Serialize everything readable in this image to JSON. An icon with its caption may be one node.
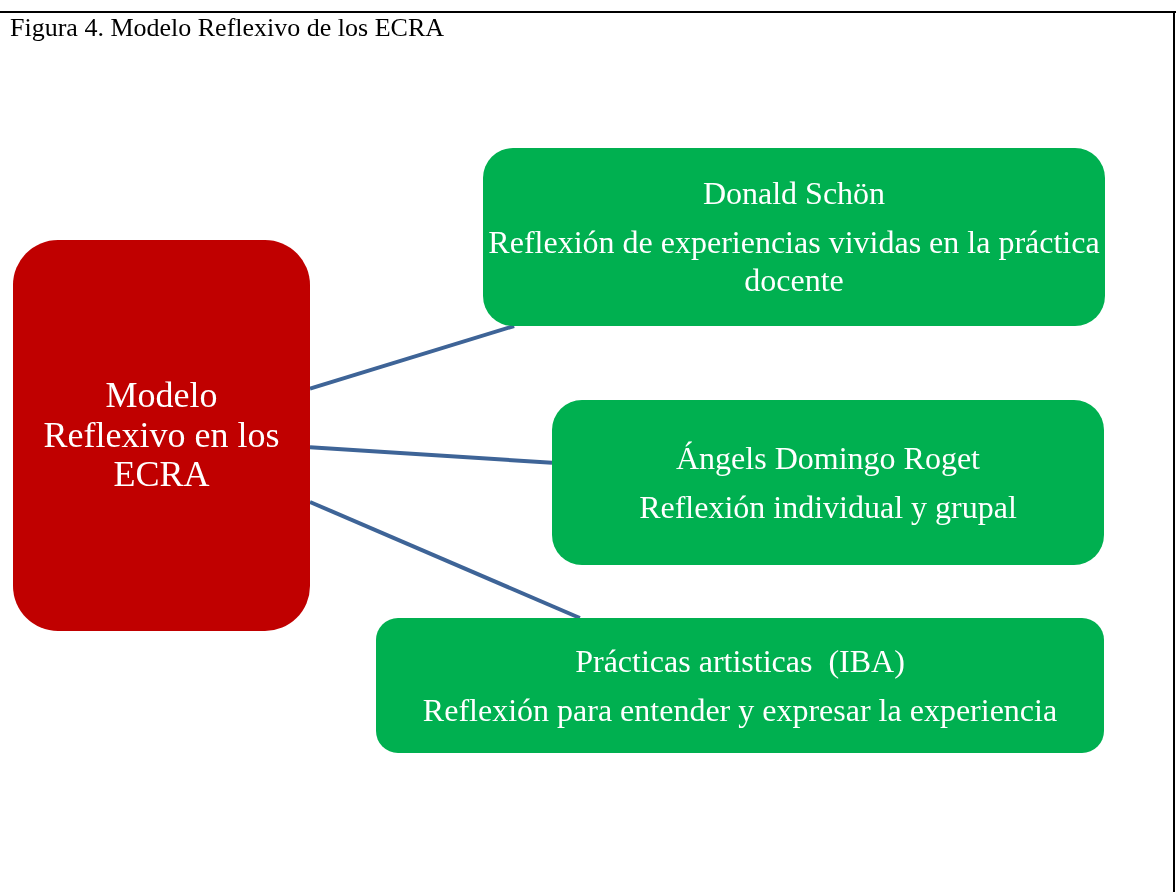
{
  "diagram": {
    "title": "Figura 4. Modelo Reflexivo de los ECRA",
    "nodes": [
      {
        "text": [
          "Modelo Reflexivo en los ECRA"
        ]
      },
      {
        "text": [
          "Donald Schön",
          "Reflexión de experiencias vividas en la práctica docente"
        ]
      },
      {
        "text": [
          "Ángels Domingo Roget",
          "Reflexión individual y grupal"
        ]
      },
      {
        "text": [
          "Prácticas artisticas  (IBA)",
          "Reflexión para entender y expresar la experiencia"
        ]
      }
    ],
    "edges": [
      {
        "from": 0,
        "to": 1,
        "arrow": "none"
      },
      {
        "from": 0,
        "to": 2,
        "arrow": "none"
      },
      {
        "from": 0,
        "to": 3,
        "arrow": "none"
      }
    ]
  }
}
